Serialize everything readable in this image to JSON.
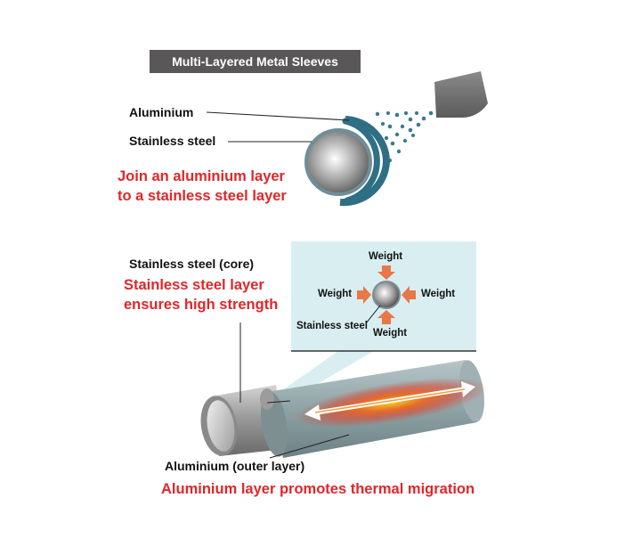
{
  "title": "Multi-Layered Metal Sleeves",
  "top": {
    "label_aluminium": "Aluminium",
    "label_stainless": "Stainless steel",
    "caption_line1": "Join an aluminium layer",
    "caption_line2": "to a stainless steel layer"
  },
  "bottom": {
    "label_core": "Stainless steel (core)",
    "core_caption_line1": "Stainless steel layer",
    "core_caption_line2": "ensures high strength",
    "inset": {
      "weight_top": "Weight",
      "weight_left": "Weight",
      "weight_right": "Weight",
      "weight_bottom": "Weight",
      "stainless_label": "Stainless steel"
    },
    "label_outer": "Aluminium (outer layer)",
    "outer_caption": "Aluminium layer promotes thermal migration"
  },
  "colors": {
    "title_bg": "#595757",
    "red_text": "#e0262a",
    "aluminium_blue": "#2f6f86",
    "spray_dots": "#3b7a90",
    "inset_bg": "#d9eef0",
    "arrow_orange": "#e8784a",
    "pipe_outer": "#8fa4a6",
    "heat_glow": "#f24a1a"
  }
}
